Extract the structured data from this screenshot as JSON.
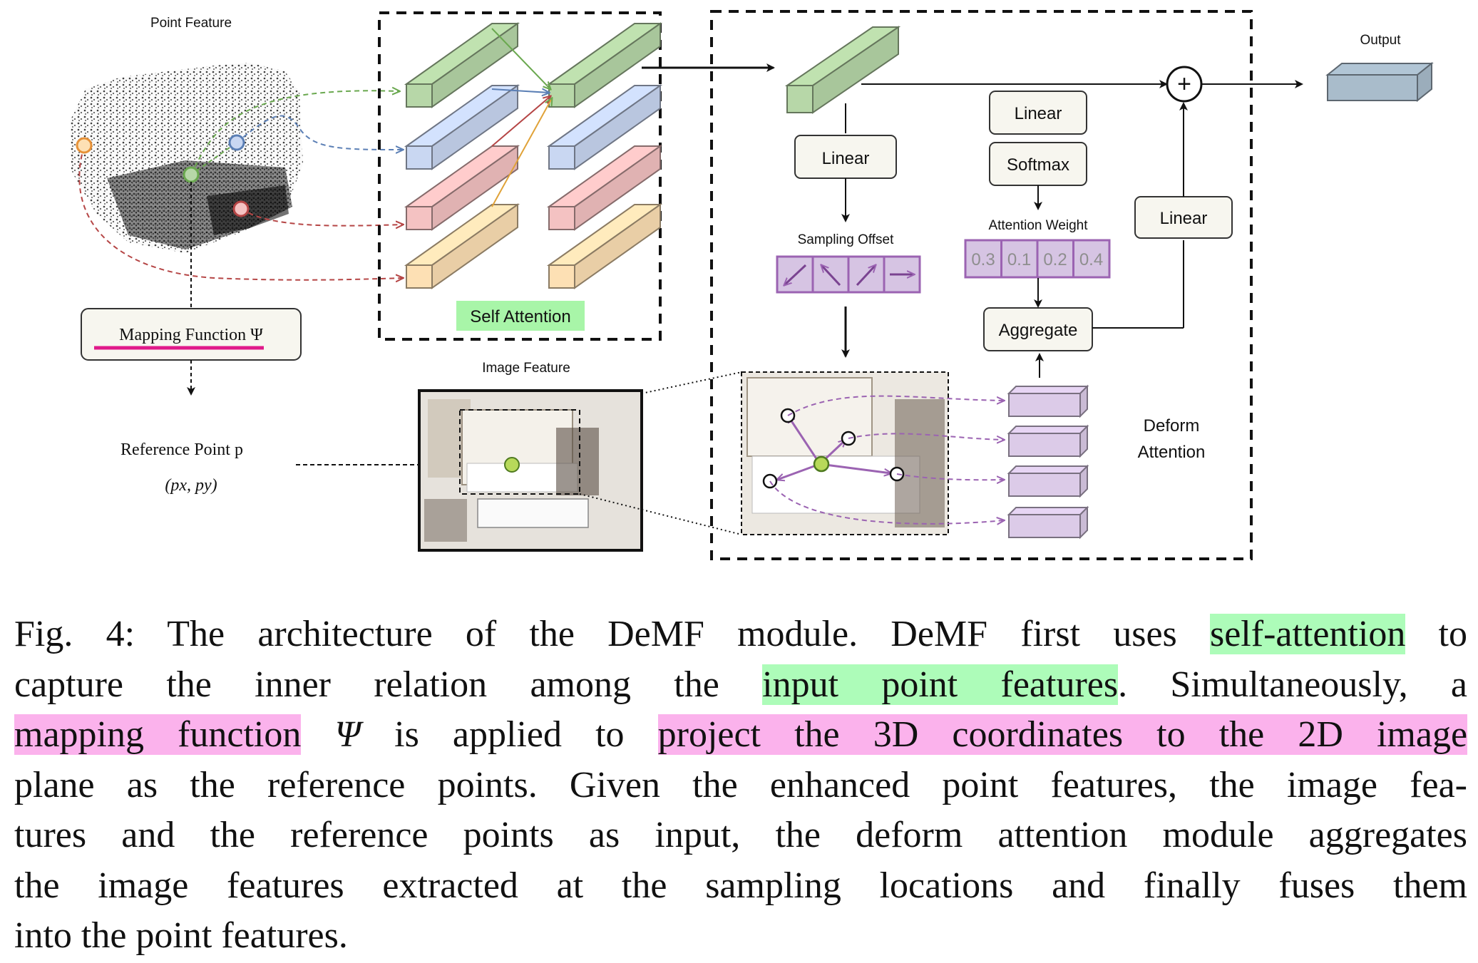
{
  "figure": {
    "point_feature_label": "Point Feature",
    "mapping_function_label": "Mapping Function Ψ",
    "reference_point_label": "Reference Point p",
    "reference_point_coords": "(px, py)",
    "self_attention_label": "Self Attention",
    "image_feature_label": "Image Feature",
    "linear_label": "Linear",
    "softmax_label": "Softmax",
    "sampling_offset_label": "Sampling Offset",
    "attention_weight_label": "Attention Weight",
    "attention_weights": [
      "0.3",
      "0.1",
      "0.2",
      "0.4"
    ],
    "aggregate_label": "Aggregate",
    "deform_attention_label_line1": "Deform",
    "deform_attention_label_line2": "Attention",
    "output_label": "Output",
    "plus_symbol": "+",
    "colors": {
      "green": "#b7d7a8",
      "blue": "#c9d7f2",
      "red": "#f4c2c2",
      "orange": "#fde0b4",
      "purple": "#9b63b2",
      "output": "#a9bccb",
      "magenta_underline": "#e0198a",
      "self_attention_highlight": "#a8f5a8"
    }
  },
  "caption": {
    "prefix": "Fig. 4:",
    "t1": " The architecture of the DeMF module. DeMF first uses ",
    "hl1": "self-attention",
    "t2": " to",
    "t3": "capture the inner relation among the ",
    "hl2": "input point features",
    "t4": ". Simultaneously, a",
    "hl3": "mapping function",
    "t5a": " ",
    "psi": "Ψ",
    "t5b": " is applied to ",
    "hl4": "project the 3D coordinates to the 2D image",
    "t6": "plane as the reference points. Given the enhanced point features, the image fea-",
    "t7": "tures and the reference points as input, the deform attention module aggregates",
    "t8": "the image features extracted at the sampling locations and finally fuses them",
    "t9": "into the point features."
  }
}
